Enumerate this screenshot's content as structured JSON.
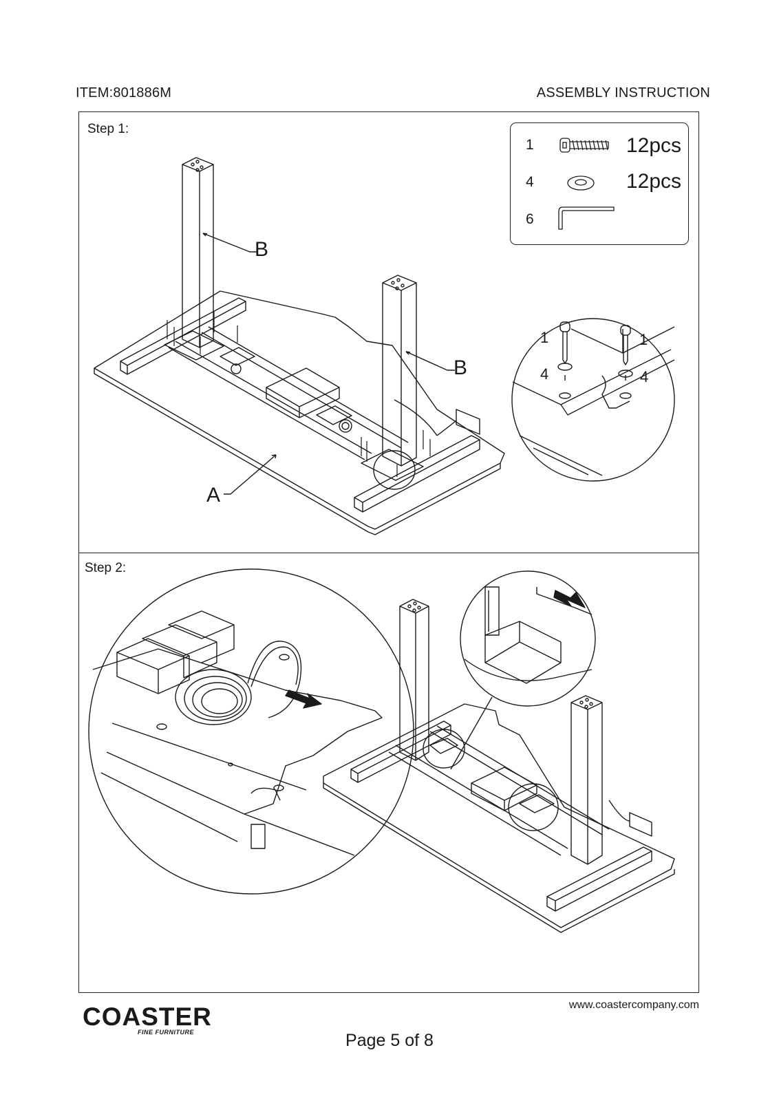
{
  "header": {
    "item": "ITEM:801886M",
    "title": "ASSEMBLY INSTRUCTION"
  },
  "step1": {
    "label": "Step 1:",
    "hardware": [
      {
        "num": "1",
        "qty": "12pcs",
        "icon": "screw-icon"
      },
      {
        "num": "4",
        "qty": "12pcs",
        "icon": "washer-icon"
      },
      {
        "num": "6",
        "qty": "",
        "icon": "allen-key-icon"
      }
    ],
    "parts": {
      "leg": "B",
      "top": "A"
    },
    "detail": {
      "screw": "1",
      "washer": "4"
    }
  },
  "step2": {
    "label": "Step 2:"
  },
  "footer": {
    "logo": "COASTER",
    "logo_sub": "FINE FURNITURE",
    "url": "www.coastercompany.com",
    "page": "Page 5 of 8"
  },
  "colors": {
    "line": "#1a1a1a",
    "background": "#ffffff"
  }
}
